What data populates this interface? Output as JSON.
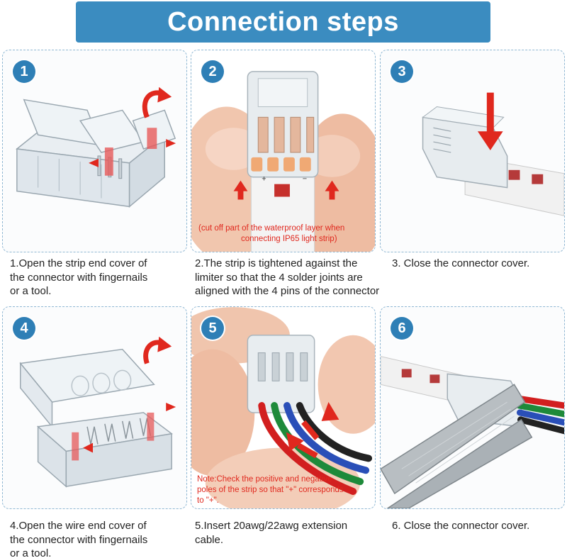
{
  "title": "Connection steps",
  "colors": {
    "banner": "#3b8cc0",
    "badge": "#2e7fb6",
    "arrow": "#e0281e",
    "panel_border": "#8fb7d3"
  },
  "steps": [
    {
      "number": "1",
      "caption_lines": [
        "1.Open the strip end cover of",
        "the connector with fingernails",
        "or a tool."
      ]
    },
    {
      "number": "2",
      "caption_lines": [
        "2.The strip is tightened against the",
        "limiter so that the 4 solder joints are",
        "aligned with the 4 pins of the connector"
      ],
      "note_lines": [
        "(cut off part of the waterproof layer when",
        "connecting IP65 light strip)"
      ]
    },
    {
      "number": "3",
      "caption_lines": [
        "3. Close the connector cover."
      ]
    },
    {
      "number": "4",
      "caption_lines": [
        "4.Open the wire end cover of",
        "the connector with fingernails",
        "or a tool."
      ]
    },
    {
      "number": "5",
      "caption_lines": [
        "5.Insert 20awg/22awg extension",
        "cable."
      ],
      "note_lines": [
        "Note:Check the positive and negative",
        "poles of the strip so that \"+\" corresponds",
        "to \"+\"."
      ]
    },
    {
      "number": "6",
      "caption_lines": [
        "6. Close the connector cover."
      ]
    }
  ]
}
